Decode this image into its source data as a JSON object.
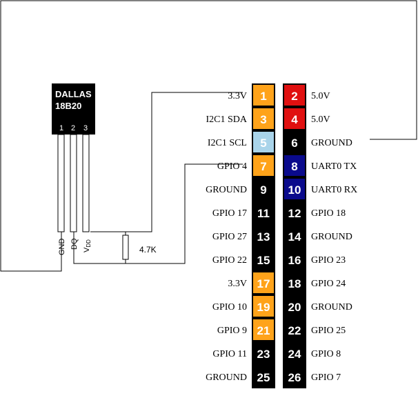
{
  "sensor": {
    "brand": "DALLAS",
    "model": "18B20",
    "pins": [
      "1",
      "2",
      "3"
    ],
    "leads": {
      "gnd": "GND",
      "dq": "DQ",
      "vdd": "V",
      "vdd_sub": "DD"
    }
  },
  "resistor": {
    "label": "4.7K"
  },
  "colors": {
    "power_3v3": "#ffa31a",
    "power_5v": "#e01010",
    "i2c_scl": "#a9d4ea",
    "ground": "#000000",
    "uart": "#0a0a8c",
    "gpio": "#000000",
    "wire": "#000000"
  },
  "header": {
    "rows": [
      {
        "left": {
          "num": "1",
          "label": "3.3V",
          "kind": "power_3v3"
        },
        "right": {
          "num": "2",
          "label": "5.0V",
          "kind": "power_5v"
        }
      },
      {
        "left": {
          "num": "3",
          "label": "I2C1 SDA",
          "kind": "power_3v3"
        },
        "right": {
          "num": "4",
          "label": "5.0V",
          "kind": "power_5v"
        }
      },
      {
        "left": {
          "num": "5",
          "label": "I2C1 SCL",
          "kind": "i2c_scl"
        },
        "right": {
          "num": "6",
          "label": "GROUND",
          "kind": "ground"
        }
      },
      {
        "left": {
          "num": "7",
          "label": "GPIO 4",
          "kind": "power_3v3"
        },
        "right": {
          "num": "8",
          "label": "UART0 TX",
          "kind": "uart"
        }
      },
      {
        "left": {
          "num": "9",
          "label": "GROUND",
          "kind": "ground"
        },
        "right": {
          "num": "10",
          "label": "UART0 RX",
          "kind": "uart"
        }
      },
      {
        "left": {
          "num": "11",
          "label": "GPIO 17",
          "kind": "gpio"
        },
        "right": {
          "num": "12",
          "label": "GPIO 18",
          "kind": "gpio"
        }
      },
      {
        "left": {
          "num": "13",
          "label": "GPIO 27",
          "kind": "gpio"
        },
        "right": {
          "num": "14",
          "label": "GROUND",
          "kind": "ground"
        }
      },
      {
        "left": {
          "num": "15",
          "label": "GPIO 22",
          "kind": "gpio"
        },
        "right": {
          "num": "16",
          "label": "GPIO 23",
          "kind": "gpio"
        }
      },
      {
        "left": {
          "num": "17",
          "label": "3.3V",
          "kind": "power_3v3"
        },
        "right": {
          "num": "18",
          "label": "GPIO 24",
          "kind": "gpio"
        }
      },
      {
        "left": {
          "num": "19",
          "label": "GPIO 10",
          "kind": "power_3v3"
        },
        "right": {
          "num": "20",
          "label": "GROUND",
          "kind": "ground"
        }
      },
      {
        "left": {
          "num": "21",
          "label": "GPIO 9",
          "kind": "power_3v3"
        },
        "right": {
          "num": "22",
          "label": "GPIO 25",
          "kind": "gpio"
        }
      },
      {
        "left": {
          "num": "23",
          "label": "GPIO 11",
          "kind": "gpio"
        },
        "right": {
          "num": "24",
          "label": "GPIO 8",
          "kind": "gpio"
        }
      },
      {
        "left": {
          "num": "25",
          "label": "GROUND",
          "kind": "ground"
        },
        "right": {
          "num": "26",
          "label": "GPIO 7",
          "kind": "gpio"
        }
      }
    ]
  }
}
